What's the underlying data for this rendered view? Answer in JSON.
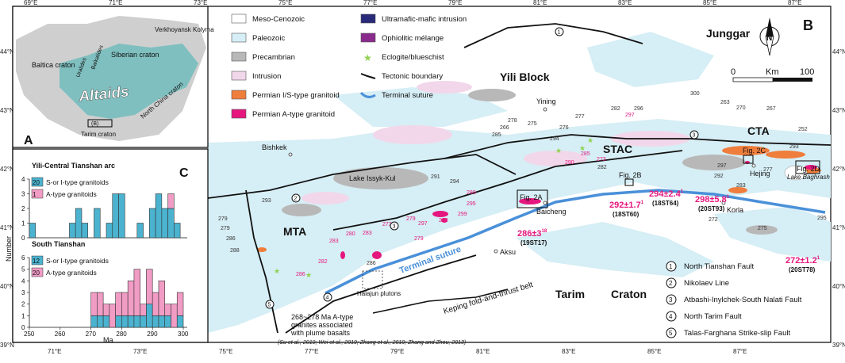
{
  "colors": {
    "meso": "#ffffff",
    "paleozoic": "#d6eef5",
    "precambrian": "#b8b8b8",
    "intrusion": "#f2d7ea",
    "permian_is": "#ef7d3c",
    "permian_a": "#e5177e",
    "ultramafic": "#2a2a7a",
    "ophiolite": "#8a2a8c",
    "suture": "#4a90d9",
    "siBar": "#4bb3cf",
    "aBar": "#f19cc5",
    "altaids": "#7fbfbf"
  },
  "axes": {
    "top_lon": [
      "69°E",
      "71°E",
      "73°E",
      "75°E",
      "77°E",
      "79°E",
      "81°E",
      "83°E",
      "85°E",
      "87°E"
    ],
    "bottom_lon": [
      "71°E",
      "73°E",
      "75°E",
      "77°E",
      "79°E",
      "81°E",
      "83°E",
      "85°E",
      "87°E"
    ],
    "left_lat": [
      "44°N",
      "43°N",
      "42°N",
      "41°N",
      "40°N",
      "39°N"
    ],
    "right_lat": [
      "44°N",
      "43°N",
      "42°N",
      "41°N",
      "40°N",
      "39°N"
    ]
  },
  "legend": [
    {
      "label": "Meso-Cenozoic",
      "swatch": "meso"
    },
    {
      "label": "Paleozoic",
      "swatch": "paleozoic"
    },
    {
      "label": "Precambrian",
      "swatch": "precambrian"
    },
    {
      "label": "Intrusion",
      "swatch": "intrusion"
    },
    {
      "label": "Permian I/S-type granitoid",
      "swatch": "permian_is"
    },
    {
      "label": "Permian A-type granitoid",
      "swatch": "permian_a"
    },
    {
      "label": "Ultramafic-mafic intrusion",
      "swatch": "ultramafic"
    },
    {
      "label": "Ophiolitic mélange",
      "swatch": "ophiolite"
    },
    {
      "label": "Eclogite/blueschist",
      "swatch": "star"
    },
    {
      "label": "Tectonic boundary",
      "swatch": "boundary"
    },
    {
      "label": "Terminal suture",
      "swatch": "suture"
    }
  ],
  "inset_a": {
    "panel": "A",
    "labels": [
      "Baltica craton",
      "Siberian craton",
      "Verkhoyansk Kolyma",
      "Uralides",
      "Baikalides",
      "Altaids",
      "North China craton",
      "Tarim craton",
      "(B)"
    ]
  },
  "panel_b": {
    "panel": "B",
    "regions": [
      "Junggar",
      "Yili Block",
      "CTA",
      "STAC",
      "MTA",
      "Tarim",
      "Craton",
      "Keping fold-and-thrust belt",
      "Terminal suture"
    ],
    "places": [
      "Yining",
      "Bishkek",
      "Lake Issyk-Kul",
      "Baicheng",
      "Aksu",
      "Hejing",
      "Korla",
      "Lake Baghrash"
    ],
    "figs": [
      "Fig. 2A",
      "Fig. 2B",
      "Fig. 2C",
      "Fig. 2D"
    ],
    "samples": [
      {
        "age": "286±3",
        "sup": "18",
        "id": "(19ST17)"
      },
      {
        "age": "292±1.7",
        "sup": "1",
        "id": "(18ST60)"
      },
      {
        "age": "294±2.4",
        "sup": "1",
        "id": "(18ST64)"
      },
      {
        "age": "298±5.8",
        "sup": "1",
        "id": "(20ST93)"
      },
      {
        "age": "272±1.2",
        "sup": "1",
        "id": "(20ST78)"
      }
    ],
    "halajun": "Halajun plutons",
    "note1": "268~278 Ma A-type",
    "note2": "granites associated",
    "note3": "with plume basalts",
    "note_ref": "(Su et al., 2019; Wei et al., 2019; Zhang et al., 2010; Zhang and Zhou, 2013)",
    "scale_label": "Km",
    "scale_min": "0",
    "scale_max": "100",
    "north": "N",
    "faults": [
      {
        "num": "1",
        "name": "North Tianshan Fault"
      },
      {
        "num": "2",
        "name": "Nikolaev Line"
      },
      {
        "num": "3",
        "name": "Atbashi-Inylchek-South Nalati Fault"
      },
      {
        "num": "4",
        "name": "North Tarim Fault"
      },
      {
        "num": "5",
        "name": "Talas-Farghana Strike-slip Fault"
      }
    ]
  },
  "panel_c": {
    "panel": "C",
    "top_title": "Yili-Central Tianshan arc",
    "top_legend": [
      {
        "n": "20",
        "label": "S-or I-type granitoids"
      },
      {
        "n": "1",
        "label": "A-type granitoids"
      }
    ],
    "bottom_title": "South Tianshan",
    "bottom_legend": [
      {
        "n": "12",
        "label": "S-or I-type granitoids"
      },
      {
        "n": "20",
        "label": "A-type granitoids"
      }
    ],
    "ylabel": "Number",
    "xlabel": "Ma",
    "xticks": [
      "250",
      "260",
      "270",
      "280",
      "290",
      "300"
    ]
  },
  "chart_data": [
    {
      "type": "bar",
      "title": "Yili-Central Tianshan arc",
      "xlabel": "Ma",
      "ylabel": "Number",
      "xlim": [
        250,
        300
      ],
      "ylim": [
        0,
        4
      ],
      "bins": [
        [
          250,
          252
        ],
        [
          263,
          265
        ],
        [
          265,
          267
        ],
        [
          267,
          269
        ],
        [
          271,
          273
        ],
        [
          275,
          277
        ],
        [
          277,
          279
        ],
        [
          279,
          281
        ],
        [
          285,
          287
        ],
        [
          289,
          291
        ],
        [
          291,
          293
        ],
        [
          293,
          295
        ],
        [
          295,
          297
        ],
        [
          297,
          299
        ]
      ],
      "series": [
        {
          "name": "S-or I-type granitoids",
          "values": [
            1,
            1,
            2,
            1,
            2,
            1,
            3,
            3,
            1,
            2,
            3,
            2,
            2,
            1
          ]
        },
        {
          "name": "A-type granitoids",
          "values": [
            0,
            0,
            0,
            0,
            0,
            0,
            0,
            0,
            0,
            0,
            0,
            0,
            1,
            0
          ]
        }
      ]
    },
    {
      "type": "bar",
      "title": "South Tianshan",
      "xlabel": "Ma",
      "ylabel": "Number",
      "xlim": [
        250,
        300
      ],
      "ylim": [
        0,
        6
      ],
      "bins": [
        [
          270,
          272
        ],
        [
          272,
          274
        ],
        [
          274,
          276
        ],
        [
          276,
          278
        ],
        [
          278,
          280
        ],
        [
          280,
          282
        ],
        [
          282,
          284
        ],
        [
          284,
          286
        ],
        [
          286,
          288
        ],
        [
          288,
          290
        ],
        [
          290,
          292
        ],
        [
          292,
          294
        ],
        [
          294,
          296
        ],
        [
          296,
          298
        ],
        [
          298,
          300
        ]
      ],
      "series": [
        {
          "name": "S-or I-type granitoids",
          "values": [
            1,
            1,
            1,
            0,
            1,
            1,
            1,
            1,
            1,
            2,
            1,
            1,
            1,
            0,
            1
          ]
        },
        {
          "name": "A-type granitoids",
          "values": [
            2,
            2,
            1,
            2,
            2,
            2,
            3,
            4,
            1,
            3,
            2,
            3,
            1,
            2,
            2
          ]
        }
      ]
    }
  ]
}
